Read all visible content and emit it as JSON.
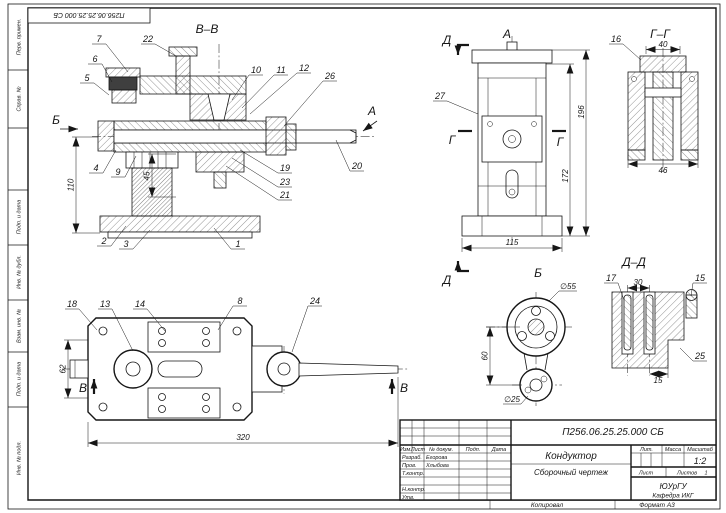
{
  "stamp": "П256.06.25.25.000 СБ",
  "margin_fields": [
    "Перв. примен.",
    "Справ. №",
    "Подп. и дата",
    "Инв. № дубл.",
    "Взам. инв. №",
    "Подп. и дата",
    "Инв. № подл."
  ],
  "view_labels": {
    "bb": "В–В",
    "a": "А",
    "gg": "Г–Г",
    "b": "Б",
    "dd": "Д–Д"
  },
  "markers": {
    "a": "А",
    "b": "Б",
    "v": "В",
    "g": "Г",
    "d": "Д"
  },
  "balloons": {
    "b1": "1",
    "b2": "2",
    "b3": "3",
    "b4": "4",
    "b5": "5",
    "b6": "6",
    "b7": "7",
    "b8": "8",
    "b9": "9",
    "b10": "10",
    "b11": "11",
    "b12": "12",
    "b13": "13",
    "b14": "14",
    "b15": "15",
    "b16": "16",
    "b17": "17",
    "b18": "18",
    "b19": "19",
    "b20": "20",
    "b21": "21",
    "b22": "22",
    "b23": "23",
    "b24": "24",
    "b25": "25",
    "b26": "26",
    "b27": "27"
  },
  "dims": {
    "bb_110": "110",
    "bb_45": "45",
    "a_196": "196",
    "a_172": "172",
    "a_115": "115",
    "gg_40": "40",
    "gg_46": "46",
    "plan_62": "62",
    "plan_320": "320",
    "b_d55": "∅55",
    "b_d25": "∅25",
    "b_60": "60",
    "dd_30": "30",
    "dd_15": "15"
  },
  "title_block": {
    "doc_number": "П256.06.25.25.000 СБ",
    "product_name": "Кондуктор",
    "doc_type": "Сборочный чертеж",
    "cols": {
      "izm": "Изм.",
      "list": "Лист",
      "doc": "№ докум.",
      "podp": "Подп.",
      "data": "Дата"
    },
    "rows": {
      "razrab": "Разраб.",
      "prov": "Пров.",
      "tkontr": "Т.контр.",
      "nkontr": "Н.контр.",
      "utv": "Утв."
    },
    "names": {
      "razrab": "Егорова",
      "prov": "Хлыбова"
    },
    "lit": "Лит.",
    "massa": "Масса",
    "masshtab": "Масштаб",
    "scale": "1:2",
    "sheet_label": "Лист",
    "sheets_label": "Листов",
    "sheets_value": "1",
    "org": "ЮУрГУ",
    "dept": "Кафедра ИКГ"
  },
  "footer": {
    "kopiroval": "Копировал",
    "format": "Формат А3"
  }
}
